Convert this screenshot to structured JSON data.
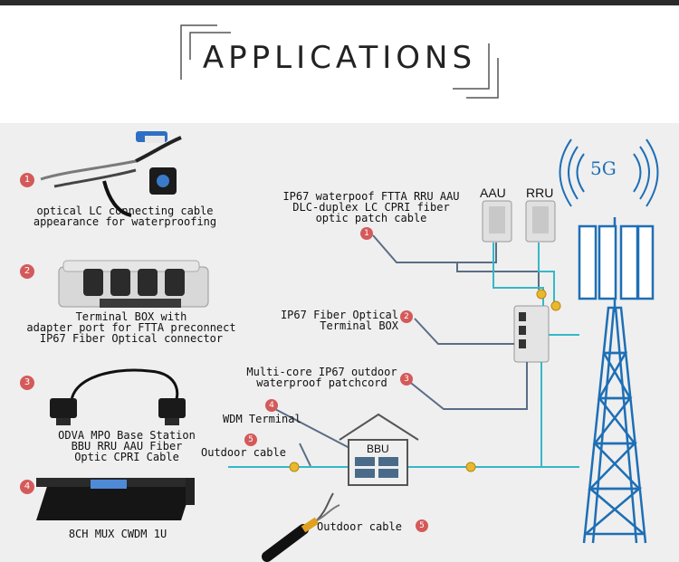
{
  "header": {
    "title": "APPLICATIONS"
  },
  "left_items": [
    {
      "number": "1",
      "caption": "optical LC connecting cable\nappearance for waterproofing"
    },
    {
      "number": "2",
      "caption": "Terminal BOX with\nadapter port for FTTA preconnect\nIP67 Fiber Optical connector"
    },
    {
      "number": "3",
      "caption": "ODVA MPO Base Station\nBBU RRU AAU Fiber\nOptic CPRI Cable"
    },
    {
      "number": "4",
      "caption": "8CH MUX CWDM 1U"
    }
  ],
  "diagram": {
    "tower_badge": "5G",
    "aau_label": "AAU",
    "rru_label": "RRU",
    "bbu_label": "BBU",
    "callouts": [
      {
        "number": "1",
        "text": "IP67 waterpoof FTTA RRU AAU\nDLC-duplex LC CPRI fiber\noptic patch cable"
      },
      {
        "number": "2",
        "text": "IP67 Fiber Optical\nTerminal BOX"
      },
      {
        "number": "3",
        "text": "Multi-core IP67 outdoor\nwaterproof patchcord"
      },
      {
        "number": "4",
        "text": "WDM Terminal"
      },
      {
        "number": "5",
        "text": "Outdoor cable"
      },
      {
        "number": "5",
        "text": "Outdoor cable"
      }
    ]
  },
  "colors": {
    "accent": "#d45a5a",
    "cable_cyan": "#35b8c8",
    "cable_slate": "#5a6d86",
    "tower_blue": "#1e6fb5",
    "panel_bg": "#efefef"
  }
}
